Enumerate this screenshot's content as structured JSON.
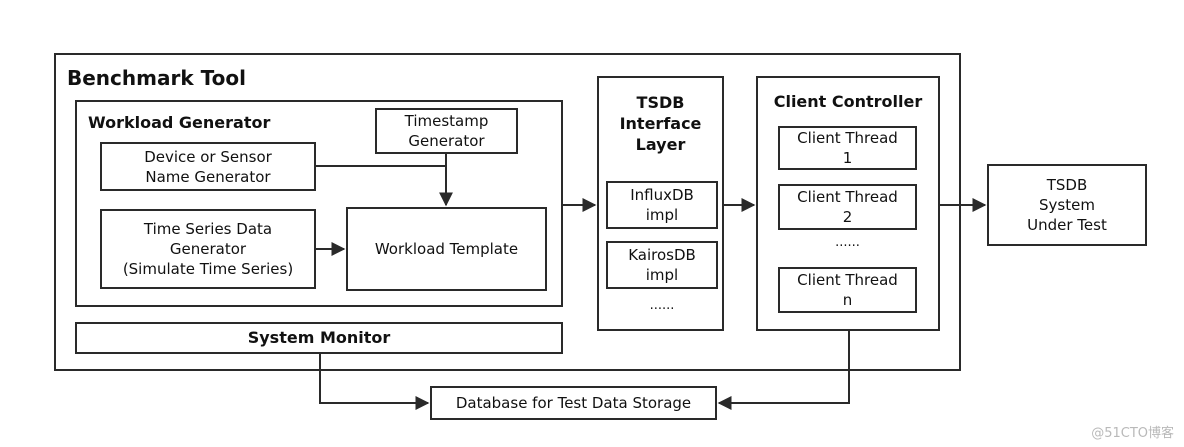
{
  "benchmark_tool": {
    "title": "Benchmark Tool",
    "workload_generator": {
      "title": "Workload Generator",
      "timestamp_generator": "Timestamp\nGenerator",
      "device_sensor_name_generator": "Device or Sensor\nName Generator",
      "time_series_data_generator": "Time Series Data\nGenerator\n(Simulate Time Series)",
      "workload_template": "Workload Template"
    },
    "system_monitor": "System Monitor",
    "tsdb_interface_layer": {
      "title": "TSDB\nInterface\nLayer",
      "impls": [
        "InfluxDB\nimpl",
        "KairosDB\nimpl"
      ],
      "ellipsis": "......"
    },
    "client_controller": {
      "title": "Client Controller",
      "threads": [
        "Client Thread\n1",
        "Client Thread\n2",
        "Client Thread\nn"
      ],
      "ellipsis": "......"
    }
  },
  "tsdb_system_under_test": "TSDB\nSystem\nUnder Test",
  "database_for_test_data_storage": "Database for Test Data Storage",
  "watermark": "@51CTO博客"
}
